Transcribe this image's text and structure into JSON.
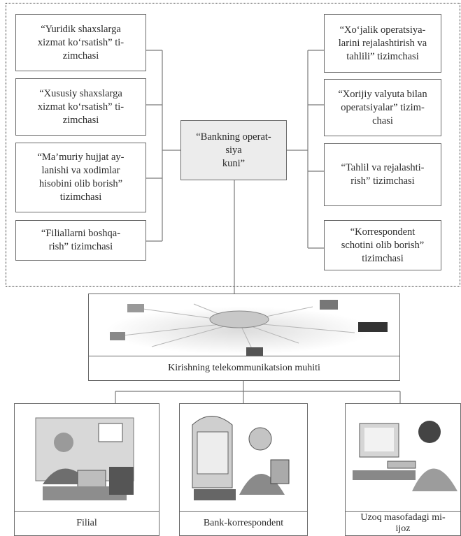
{
  "center": {
    "text": "“Bankning operat-\nsiya\nkuni”"
  },
  "left_boxes": [
    {
      "text": "“Yuridik shaxslarga\nxizmat ko‘rsatish” ti-\nzimchasi"
    },
    {
      "text": "“Xususiy shaxslarga\nxizmat ko‘rsatish” ti-\nzimchasi"
    },
    {
      "text": "“Ma’muriy hujjat ay-\nlanishi va xodimlar\nhisobini olib borish”\ntizimchasi"
    },
    {
      "text": "“Filiallarni boshqa-\nrish” tizimchasi"
    }
  ],
  "right_boxes": [
    {
      "text": "“Xo‘jalik operatsiya-\nlarini rejalashtirish va\ntahlili” tizimchasi"
    },
    {
      "text": "“Xorijiy valyuta bilan\noperatsiyalar” tizim-\nchasi"
    },
    {
      "text": "“Tahlil va rejalashti-\nrish” tizimchasi"
    },
    {
      "text": "“Korrespondent\nschotini olib borish”\ntizimchasi"
    }
  ],
  "network": {
    "caption": "Kirishning telekommunikatsion muhiti"
  },
  "bottom_panels": [
    {
      "caption": "Filial",
      "icon": "office-worker-illustration"
    },
    {
      "caption": "Bank-korrespondent",
      "icon": "bank-clerk-illustration"
    },
    {
      "caption": "Uzoq masofadagi mi-\nijoz",
      "icon": "remote-client-illustration"
    }
  ]
}
